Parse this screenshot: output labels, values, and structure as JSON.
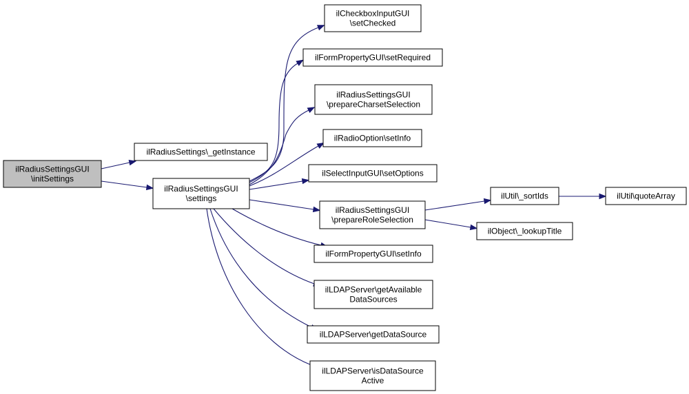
{
  "nodes": [
    {
      "id": "root",
      "lines": [
        "ilRadiusSettingsGUI",
        "\\initSettings"
      ],
      "highlighted": true
    },
    {
      "id": "getinstance",
      "lines": [
        "ilRadiusSettings\\_getInstance"
      ]
    },
    {
      "id": "settings",
      "lines": [
        "ilRadiusSettingsGUI",
        "\\settings"
      ]
    },
    {
      "id": "setchecked",
      "lines": [
        "ilCheckboxInputGUI",
        "\\setChecked"
      ]
    },
    {
      "id": "setrequired",
      "lines": [
        "ilFormPropertyGUI\\setRequired"
      ]
    },
    {
      "id": "charset",
      "lines": [
        "ilRadiusSettingsGUI",
        "\\prepareCharsetSelection"
      ]
    },
    {
      "id": "radioinfo",
      "lines": [
        "ilRadioOption\\setInfo"
      ]
    },
    {
      "id": "setoptions",
      "lines": [
        "ilSelectInputGUI\\setOptions"
      ]
    },
    {
      "id": "roleselection",
      "lines": [
        "ilRadiusSettingsGUI",
        "\\prepareRoleSelection"
      ]
    },
    {
      "id": "forminfo",
      "lines": [
        "ilFormPropertyGUI\\setInfo"
      ]
    },
    {
      "id": "available",
      "lines": [
        "ilLDAPServer\\getAvailable",
        "DataSources"
      ]
    },
    {
      "id": "getdatasource",
      "lines": [
        "ilLDAPServer\\getDataSource"
      ]
    },
    {
      "id": "isactive",
      "lines": [
        "ilLDAPServer\\isDataSource",
        "Active"
      ]
    },
    {
      "id": "sortids",
      "lines": [
        "ilUtil\\_sortIds"
      ]
    },
    {
      "id": "lookuptitle",
      "lines": [
        "ilObject\\_lookupTitle"
      ]
    },
    {
      "id": "quotearray",
      "lines": [
        "ilUtil\\quoteArray"
      ]
    }
  ],
  "edges": [
    {
      "from": "root",
      "to": "getinstance"
    },
    {
      "from": "root",
      "to": "settings"
    },
    {
      "from": "settings",
      "to": "setchecked"
    },
    {
      "from": "settings",
      "to": "setrequired"
    },
    {
      "from": "settings",
      "to": "charset"
    },
    {
      "from": "settings",
      "to": "radioinfo"
    },
    {
      "from": "settings",
      "to": "setoptions"
    },
    {
      "from": "settings",
      "to": "roleselection"
    },
    {
      "from": "settings",
      "to": "forminfo"
    },
    {
      "from": "settings",
      "to": "available"
    },
    {
      "from": "settings",
      "to": "getdatasource"
    },
    {
      "from": "settings",
      "to": "isactive"
    },
    {
      "from": "roleselection",
      "to": "sortids"
    },
    {
      "from": "roleselection",
      "to": "lookuptitle"
    },
    {
      "from": "sortids",
      "to": "quotearray"
    }
  ],
  "colors": {
    "edge": "#191970",
    "node_fill": "#ffffff",
    "node_highlight_fill": "#bfbfbf",
    "node_stroke": "#000000"
  }
}
